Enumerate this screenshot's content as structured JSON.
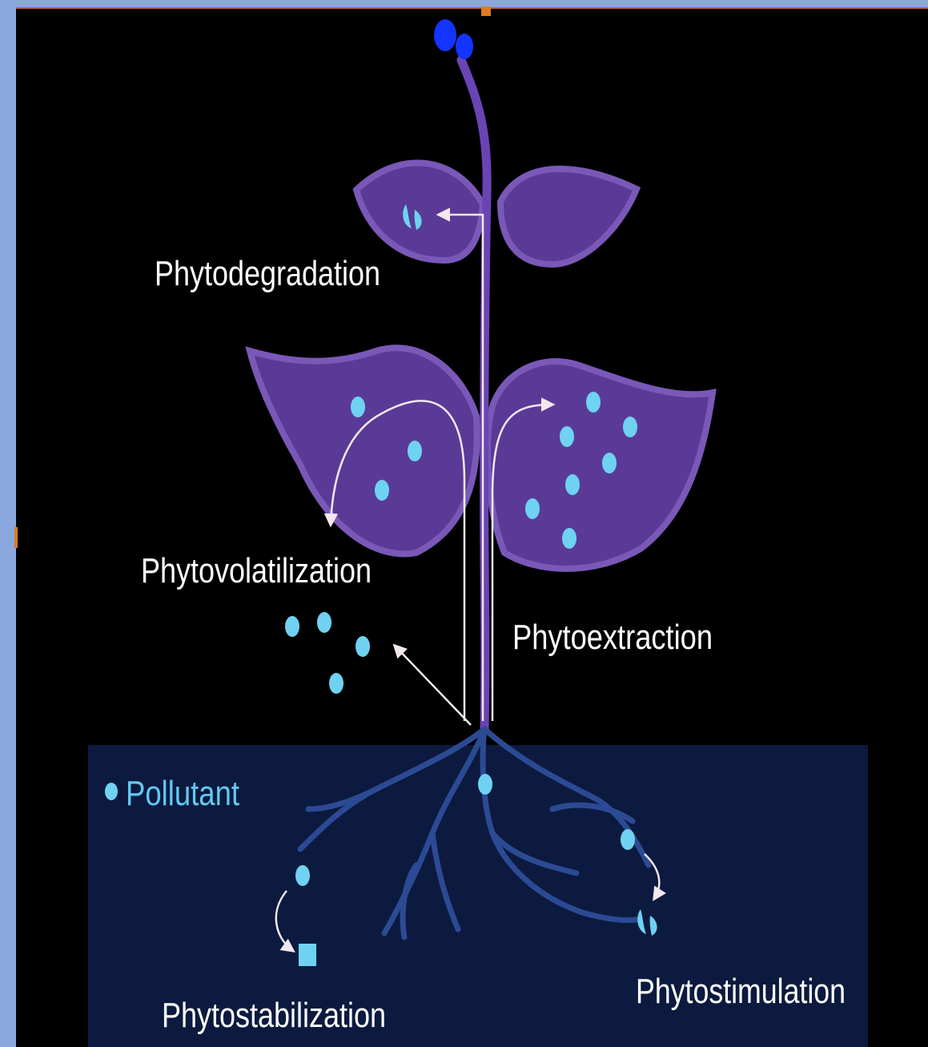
{
  "labels": {
    "phytodegradation": "Phytodegradation",
    "phytovolatilization": "Phytovolatilization",
    "phytoextraction": "Phytoextraction",
    "phytostabilization": "Phytostabilization",
    "phytostimulation": "Phytostimulation"
  },
  "legend": {
    "pollutant": "Pollutant"
  },
  "colors": {
    "background": "#000000",
    "soil": "#0c1a3f",
    "leaf": "#5a3a96",
    "leaf_edge": "#7a58b8",
    "stem": "#6a44b4",
    "root": "#2c4a94",
    "pollutant": "#6fd2f2",
    "flower": "#1434ff",
    "arrow": "#f2e8ee",
    "frame": "#8aa8dd"
  }
}
